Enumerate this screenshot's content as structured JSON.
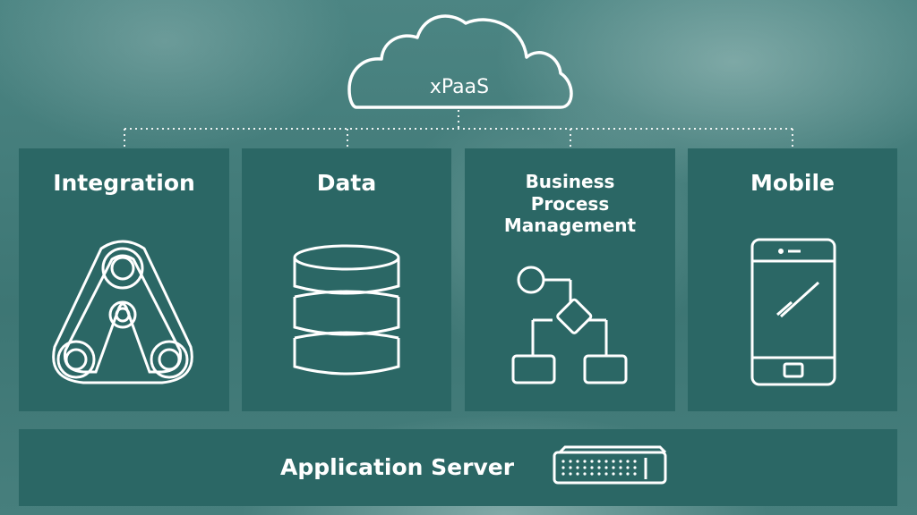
{
  "cloud": {
    "label": "xPaaS",
    "icon": "cloud-icon"
  },
  "panels": [
    {
      "title": "Integration",
      "icon": "pulley-belt-icon"
    },
    {
      "title": "Data",
      "icon": "database-icon"
    },
    {
      "title_lines": [
        "Business",
        "Process",
        "Management"
      ],
      "icon": "flowchart-icon"
    },
    {
      "title": "Mobile",
      "icon": "smartphone-icon"
    }
  ],
  "app_server": {
    "label": "Application Server",
    "icon": "server-rack-icon"
  },
  "colors": {
    "panel": "#2b6765",
    "background": "#3f7a78",
    "line": "#ffffff"
  }
}
